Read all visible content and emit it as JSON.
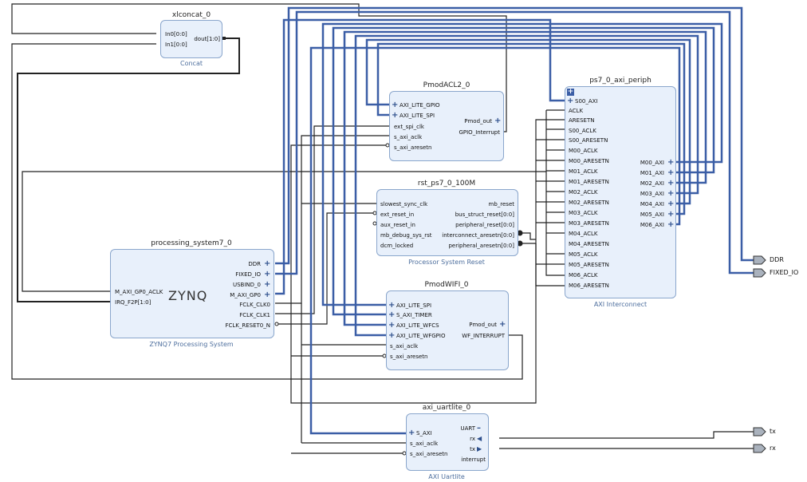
{
  "blocks": {
    "xlconcat": {
      "title": "xlconcat_0",
      "subtitle": "Concat",
      "in0": "In0[0:0]",
      "in1": "In1[0:0]",
      "dout": "dout[1:0]"
    },
    "ps7": {
      "title": "processing_system7_0",
      "subtitle": "ZYNQ7 Processing System",
      "logo": "ZYNQ",
      "left": [
        "M_AXI_GP0_ACLK",
        "IRQ_F2P[1:0]"
      ],
      "right": [
        "DDR",
        "FIXED_IO",
        "USBIND_0",
        "M_AXI_GP0",
        "FCLK_CLK0",
        "FCLK_CLK1",
        "FCLK_RESET0_N"
      ]
    },
    "pmodacl2": {
      "title": "PmodACL2_0",
      "left": [
        "AXI_LITE_GPIO",
        "AXI_LITE_SPI",
        "ext_spi_clk",
        "s_axi_aclk",
        "s_axi_aresetn"
      ],
      "right": [
        "Pmod_out",
        "GPIO_Interrupt"
      ]
    },
    "rst": {
      "title": "rst_ps7_0_100M",
      "subtitle": "Processor System Reset",
      "left": [
        "slowest_sync_clk",
        "ext_reset_in",
        "aux_reset_in",
        "mb_debug_sys_rst",
        "dcm_locked"
      ],
      "right": [
        "mb_reset",
        "bus_struct_reset[0:0]",
        "peripheral_reset[0:0]",
        "interconnect_aresetn[0:0]",
        "peripheral_aresetn[0:0]"
      ]
    },
    "axi_periph": {
      "title": "ps7_0_axi_periph",
      "subtitle": "AXI Interconnect",
      "left": [
        "S00_AXI",
        "ACLK",
        "ARESETN",
        "S00_ACLK",
        "S00_ARESETN",
        "M00_ACLK",
        "M00_ARESETN",
        "M01_ACLK",
        "M01_ARESETN",
        "M02_ACLK",
        "M02_ARESETN",
        "M03_ACLK",
        "M03_ARESETN",
        "M04_ACLK",
        "M04_ARESETN",
        "M05_ACLK",
        "M05_ARESETN",
        "M06_ACLK",
        "M06_ARESETN"
      ],
      "right": [
        "M00_AXI",
        "M01_AXI",
        "M02_AXI",
        "M03_AXI",
        "M04_AXI",
        "M05_AXI",
        "M06_AXI"
      ]
    },
    "pmodwifi": {
      "title": "PmodWIFI_0",
      "left": [
        "AXI_LITE_SPI",
        "S_AXI_TIMER",
        "AXI_LITE_WFCS",
        "AXI_LITE_WFGPIO",
        "s_axi_aclk",
        "s_axi_aresetn"
      ],
      "right": [
        "Pmod_out",
        "WF_INTERRUPT"
      ]
    },
    "uartlite": {
      "title": "axi_uartlite_0",
      "subtitle": "AXI Uartlite",
      "left": [
        "S_AXI",
        "s_axi_aclk",
        "s_axi_aresetn"
      ],
      "right": [
        "UART",
        "rx",
        "tx",
        "interrupt"
      ]
    }
  },
  "external_ports": [
    "DDR",
    "FIXED_IO",
    "tx",
    "rx"
  ],
  "colors": {
    "bus": "#3b5ea6",
    "wire": "#222222",
    "block_fill": "#e8f0fb",
    "block_border": "#8aa6cc",
    "subtitle": "#4e6f9e"
  },
  "icons": [
    "plus-icon",
    "interconnect-crossbar-icon",
    "port-arrow-icon"
  ]
}
